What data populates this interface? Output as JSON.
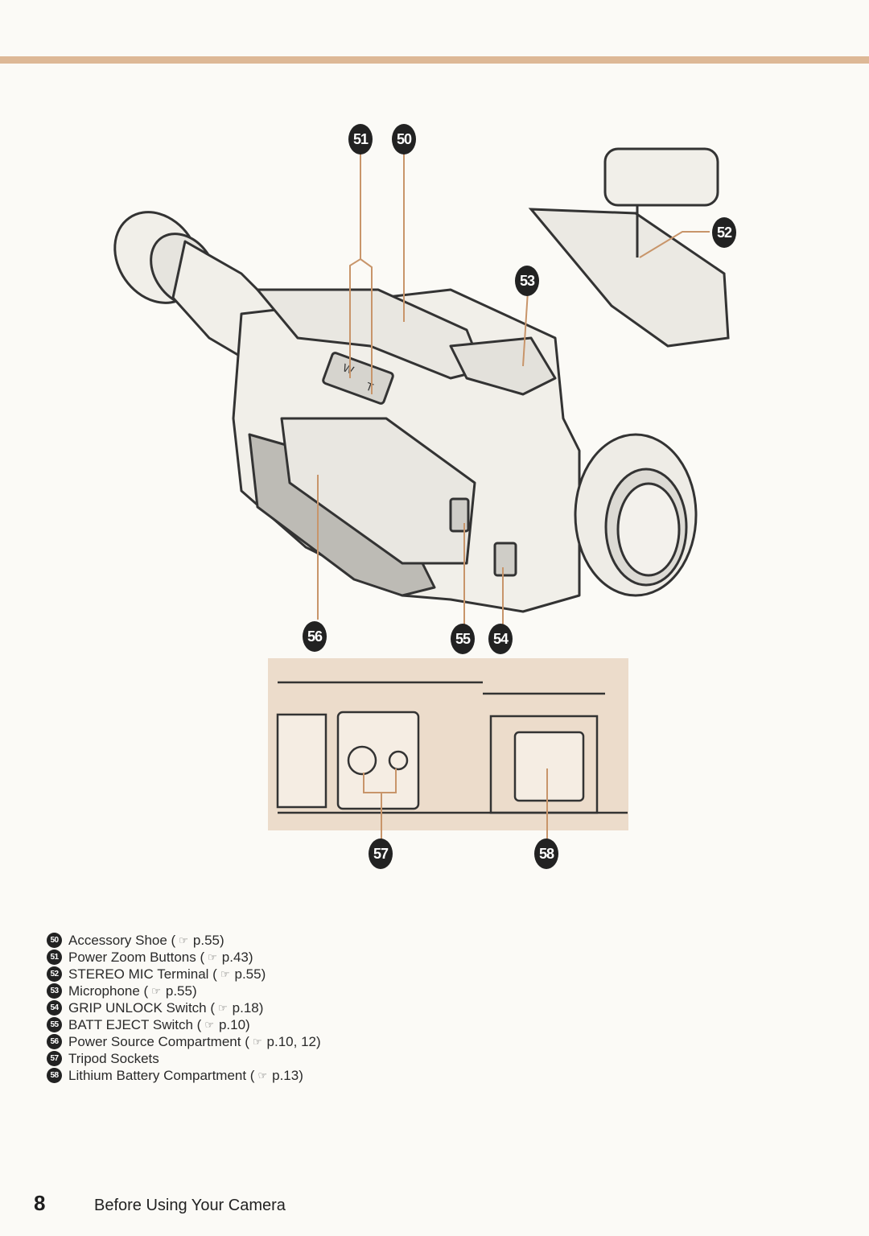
{
  "callouts": {
    "c50": "50",
    "c51": "51",
    "c52": "52",
    "c53": "53",
    "c54": "54",
    "c55": "55",
    "c56": "56",
    "c57": "57",
    "c58": "58"
  },
  "camera_labels": {
    "zoom_w": "W",
    "zoom_t": "T"
  },
  "legend": [
    {
      "num": "50",
      "label": "Accessory Shoe (",
      "ref": "p.55)"
    },
    {
      "num": "51",
      "label": "Power Zoom Buttons (",
      "ref": "p.43)"
    },
    {
      "num": "52",
      "label": "STEREO MIC Terminal (",
      "ref": "p.55)"
    },
    {
      "num": "53",
      "label": "Microphone (",
      "ref": "p.55)"
    },
    {
      "num": "54",
      "label": "GRIP UNLOCK Switch (",
      "ref": "p.18)"
    },
    {
      "num": "55",
      "label": "BATT EJECT Switch (",
      "ref": "p.10)"
    },
    {
      "num": "56",
      "label": "Power Source Compartment (",
      "ref": "p.10, 12)"
    },
    {
      "num": "57",
      "label": "Tripod Sockets",
      "ref": ""
    },
    {
      "num": "58",
      "label": "Lithium Battery Compartment (",
      "ref": "p.13)"
    }
  ],
  "footer": {
    "page_number": "8",
    "section_title": "Before Using Your Camera"
  },
  "colors": {
    "accent_rule": "#ddb896",
    "leader_line": "#c8956a",
    "inset_bg": "#ecdccb"
  },
  "icons": {
    "page_ref": "pointing-hand-icon"
  }
}
